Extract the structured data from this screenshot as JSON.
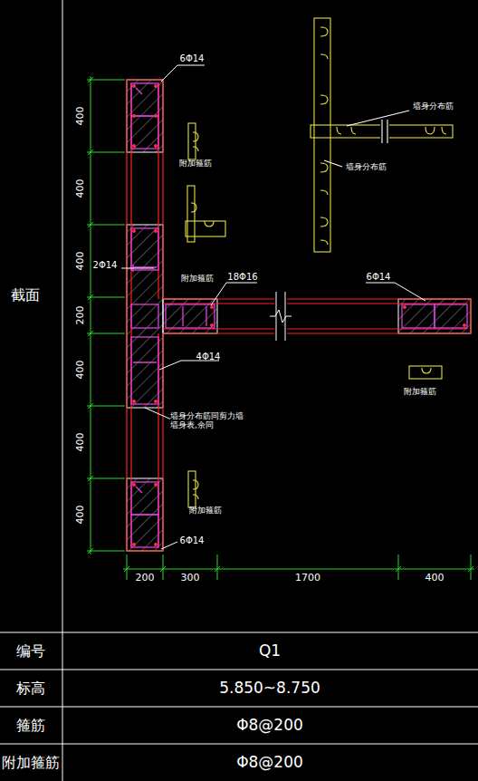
{
  "diagram": {
    "labels": [
      "6Φ14",
      "附加箍筋",
      "附加箍筋",
      "墙身分布筋",
      "墙身分布筋",
      "2Φ14",
      "18Φ16",
      "6Φ14",
      "截面",
      "4Φ14",
      "附加箍筋",
      "墙身分布筋同剪力墙 墙身表,余同",
      "附加箍筋",
      "6Φ14",
      "400",
      "400",
      "400",
      "200",
      "400",
      "400",
      "400",
      "200",
      "300",
      "1700",
      "400",
      "编号",
      "Q1",
      "标高",
      "5.850~8.750",
      "箍筋",
      "Φ8@200",
      "附加箍筋",
      "Φ8@200"
    ]
  }
}
